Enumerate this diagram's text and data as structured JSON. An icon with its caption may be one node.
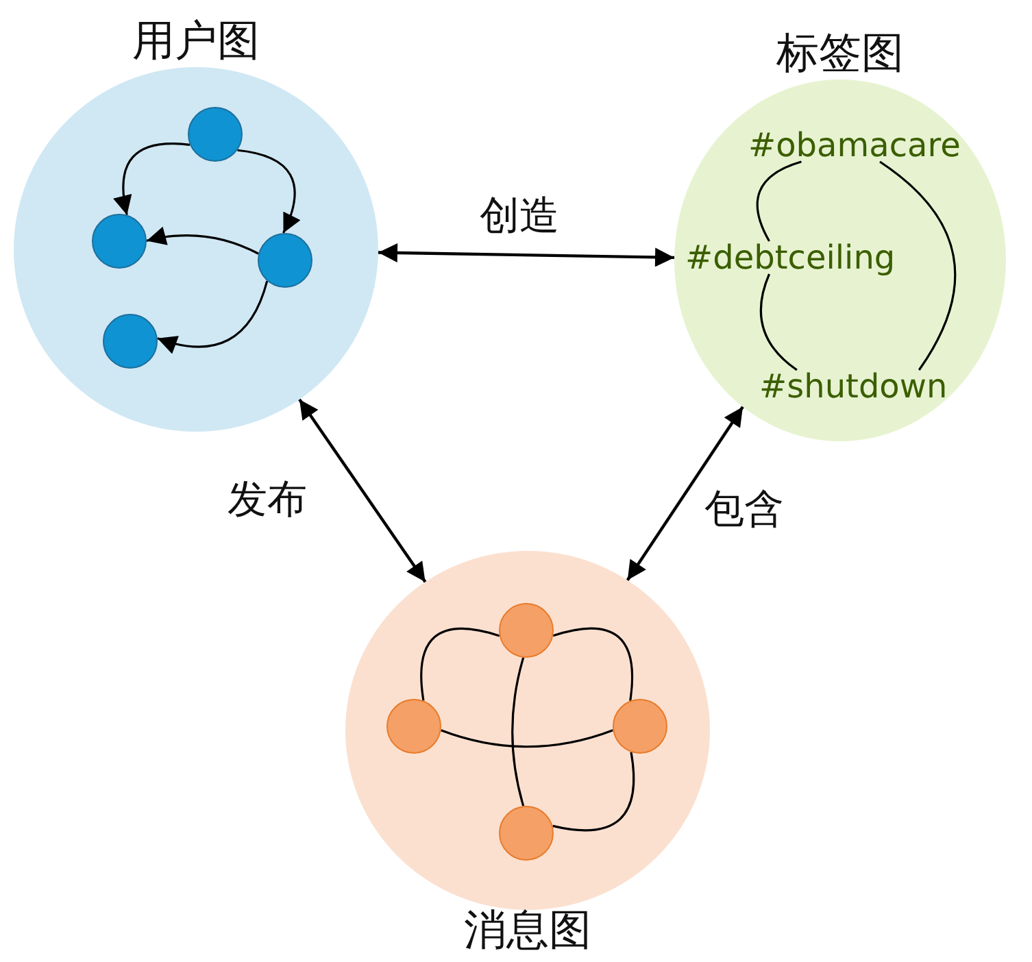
{
  "diagram": {
    "nodes": [
      {
        "text": [
          "用户图"
        ]
      },
      {
        "text": [],
        "shape": "circle",
        "in": 0
      },
      {
        "text": [],
        "shape": "circle",
        "in": 0
      },
      {
        "text": [],
        "shape": "circle",
        "in": 0
      },
      {
        "text": [],
        "shape": "circle",
        "in": 0
      },
      {
        "text": [
          "标签图"
        ]
      },
      {
        "text": [
          "#obamacare"
        ],
        "in": 5
      },
      {
        "text": [
          "#debtceiling"
        ],
        "in": 5
      },
      {
        "text": [
          "#shutdown"
        ],
        "in": 5
      },
      {
        "text": [
          "消息图"
        ]
      },
      {
        "text": [],
        "shape": "circle",
        "in": 9
      },
      {
        "text": [],
        "shape": "circle",
        "in": 9
      },
      {
        "text": [],
        "shape": "circle",
        "in": 9
      },
      {
        "text": [],
        "shape": "circle",
        "in": 9
      }
    ],
    "edges": [
      {
        "from": 0,
        "to": 5,
        "arrow": "both",
        "label": "创造"
      },
      {
        "from": 0,
        "to": 9,
        "arrow": "both",
        "label": "发布"
      },
      {
        "from": 5,
        "to": 9,
        "arrow": "both",
        "label": "包含"
      },
      {
        "from": 1,
        "to": 2,
        "arrow": "to"
      },
      {
        "from": 1,
        "to": 3,
        "arrow": "to"
      },
      {
        "from": 3,
        "to": 2,
        "arrow": "to"
      },
      {
        "from": 3,
        "to": 4,
        "arrow": "to"
      },
      {
        "from": 6,
        "to": 7,
        "arrow": "none"
      },
      {
        "from": 6,
        "to": 8,
        "arrow": "none"
      },
      {
        "from": 7,
        "to": 8,
        "arrow": "none"
      },
      {
        "from": 10,
        "to": 11,
        "arrow": "none"
      },
      {
        "from": 10,
        "to": 12,
        "arrow": "none"
      },
      {
        "from": 10,
        "to": 13,
        "arrow": "none"
      },
      {
        "from": 11,
        "to": 12,
        "arrow": "none"
      },
      {
        "from": 12,
        "to": 13,
        "arrow": "none"
      }
    ]
  }
}
